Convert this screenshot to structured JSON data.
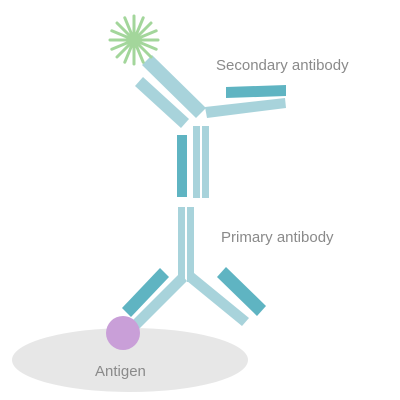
{
  "labels": {
    "secondary": "Secondary antibody",
    "primary": "Primary antibody",
    "antigen": "Antigen"
  },
  "colors": {
    "heavy_chain": "#a8d3db",
    "light_chain": "#5fb4c2",
    "antigen": "#c99fd8",
    "surface": "#e7e7e7",
    "tag": "#a3d69b",
    "label_text": "#8a8a8a"
  },
  "icons": {
    "tag": "starburst-icon"
  }
}
